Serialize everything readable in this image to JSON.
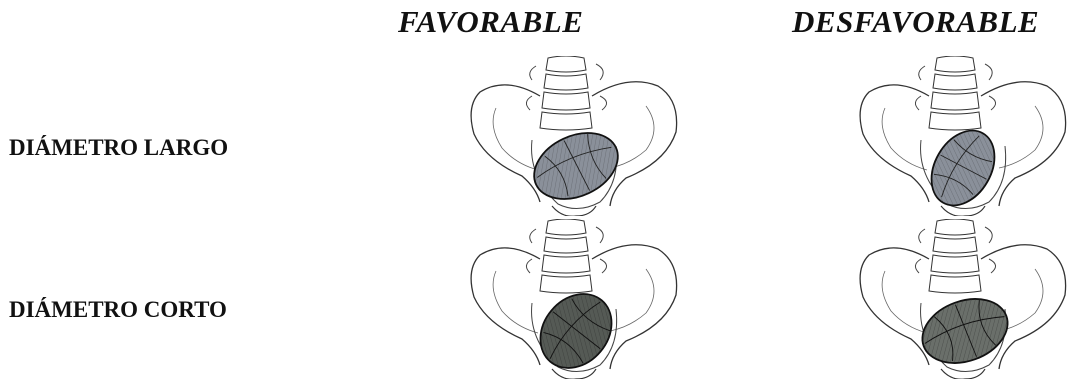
{
  "headers": {
    "favorable": "FAVORABLE",
    "desfavorable": "DESFAVORABLE"
  },
  "rows": {
    "largo": "DIÁMETRO LARGO",
    "corto": "DIÁMETRO CORTO"
  },
  "illustrations": [
    {
      "row": "largo",
      "column": "favorable",
      "head_shade": "#8a909a"
    },
    {
      "row": "largo",
      "column": "desfavorable",
      "head_shade": "#8a909a"
    },
    {
      "row": "corto",
      "column": "favorable",
      "head_shade": "#555a55"
    },
    {
      "row": "corto",
      "column": "desfavorable",
      "head_shade": "#6a6f6a"
    }
  ]
}
